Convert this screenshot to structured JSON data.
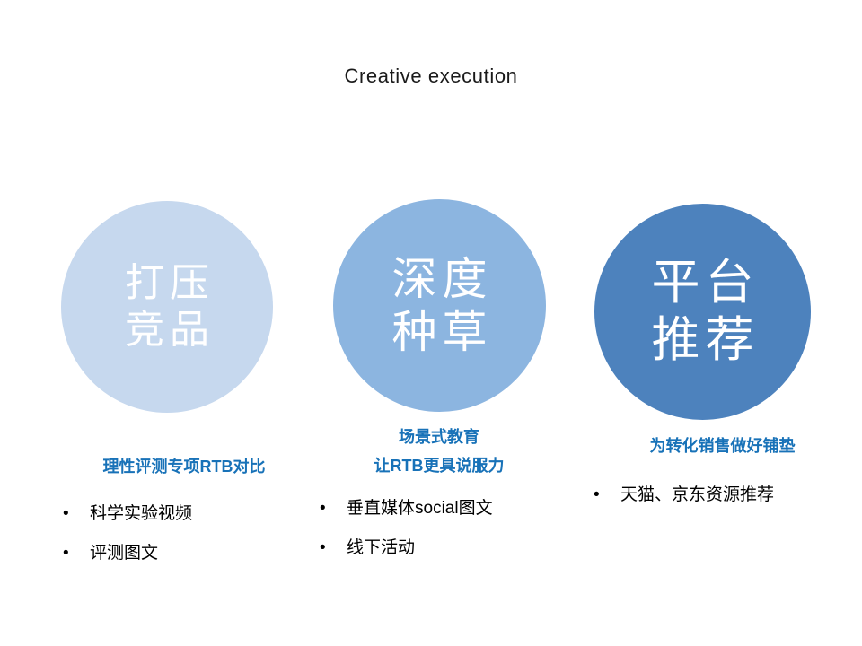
{
  "slide": {
    "title": "Creative execution",
    "background_color": "#ffffff"
  },
  "colors": {
    "circle_light": "#c6d8ee",
    "circle_medium": "#8cb5e0",
    "circle_dark": "#4d82bd",
    "caption_blue": "#1872b8",
    "bullet_text": "#000000",
    "title_text": "#1a1a1a"
  },
  "circles": [
    {
      "line1": "打压",
      "line2": "竞品",
      "fill": "#c6d8ee"
    },
    {
      "line1": "深度",
      "line2": "种草",
      "fill": "#8cb5e0"
    },
    {
      "line1": "平台",
      "line2": "推荐",
      "fill": "#4d82bd"
    }
  ],
  "columns": [
    {
      "captions": [
        "理性评测专项RTB对比"
      ],
      "bullets": [
        {
          "marker": "•",
          "text": "科学实验视频"
        },
        {
          "marker": "•",
          "text": "评测图文"
        }
      ]
    },
    {
      "captions": [
        "场景式教育",
        "让RTB更具说服力"
      ],
      "bullets": [
        {
          "marker": "•",
          "text": "垂直媒体social图文"
        },
        {
          "marker": "•",
          "text": "线下活动"
        }
      ]
    },
    {
      "captions": [
        "为转化销售做好铺垫"
      ],
      "bullets": [
        {
          "marker": "•",
          "text": "天猫、京东资源推荐"
        }
      ]
    }
  ]
}
